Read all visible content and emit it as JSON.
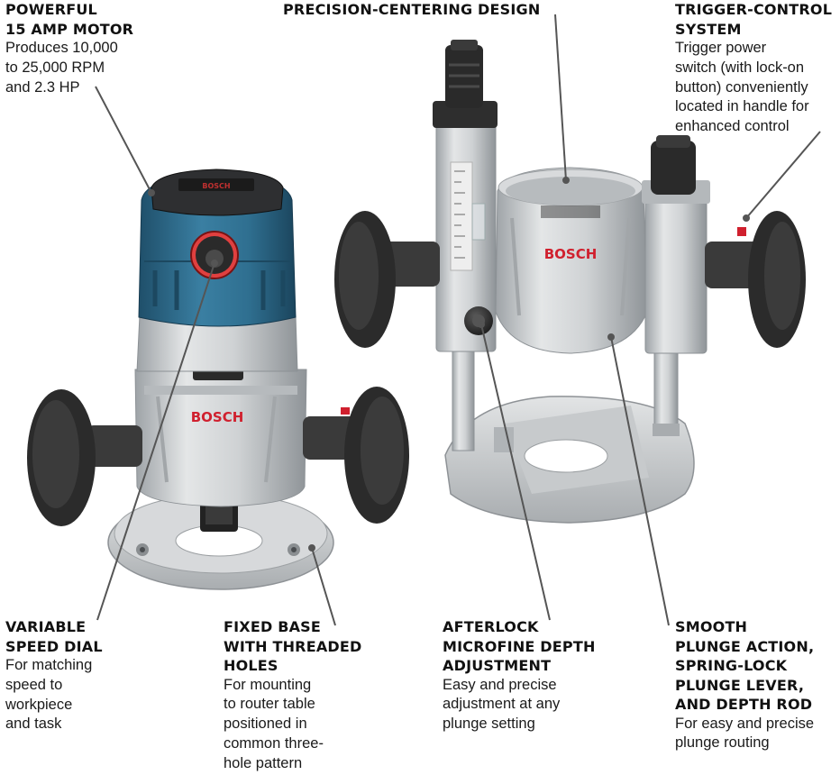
{
  "brand_text": "BOSCH",
  "colors": {
    "motor_blue": "#2e6d8e",
    "housing_silver": "#c9ccce",
    "handle_black": "#2b2b2b",
    "leader_line": "#555555",
    "brand_red": "#d0202e"
  },
  "callouts": {
    "motor": {
      "title": "POWERFUL\n15 AMP MOTOR",
      "body": "Produces 10,000\nto 25,000 RPM\nand 2.3 HP"
    },
    "centering": {
      "title": "PRECISION-CENTERING DESIGN",
      "body": ""
    },
    "trigger": {
      "title": "TRIGGER-CONTROL\nSYSTEM",
      "body": "Trigger power\nswitch (with lock-on\nbutton) conveniently\nlocated in handle for\nenhanced control"
    },
    "speed_dial": {
      "title": "VARIABLE\nSPEED DIAL",
      "body": "For matching\nspeed to\nworkpiece\nand task"
    },
    "fixed_base": {
      "title": "FIXED BASE\nWITH THREADED\nHOLES",
      "body": "For mounting\nto router table\npositioned in\ncommon three-\nhole pattern"
    },
    "afterlock": {
      "title": "AFTERLOCK\nMICROFINE DEPTH\nADJUSTMENT",
      "body": "Easy and precise\nadjustment at any\nplunge setting"
    },
    "plunge": {
      "title": "SMOOTH\nPLUNGE ACTION,\nSPRING-LOCK\nPLUNGE LEVER,\nAND DEPTH ROD",
      "body": "For easy and precise\nplunge routing"
    }
  }
}
